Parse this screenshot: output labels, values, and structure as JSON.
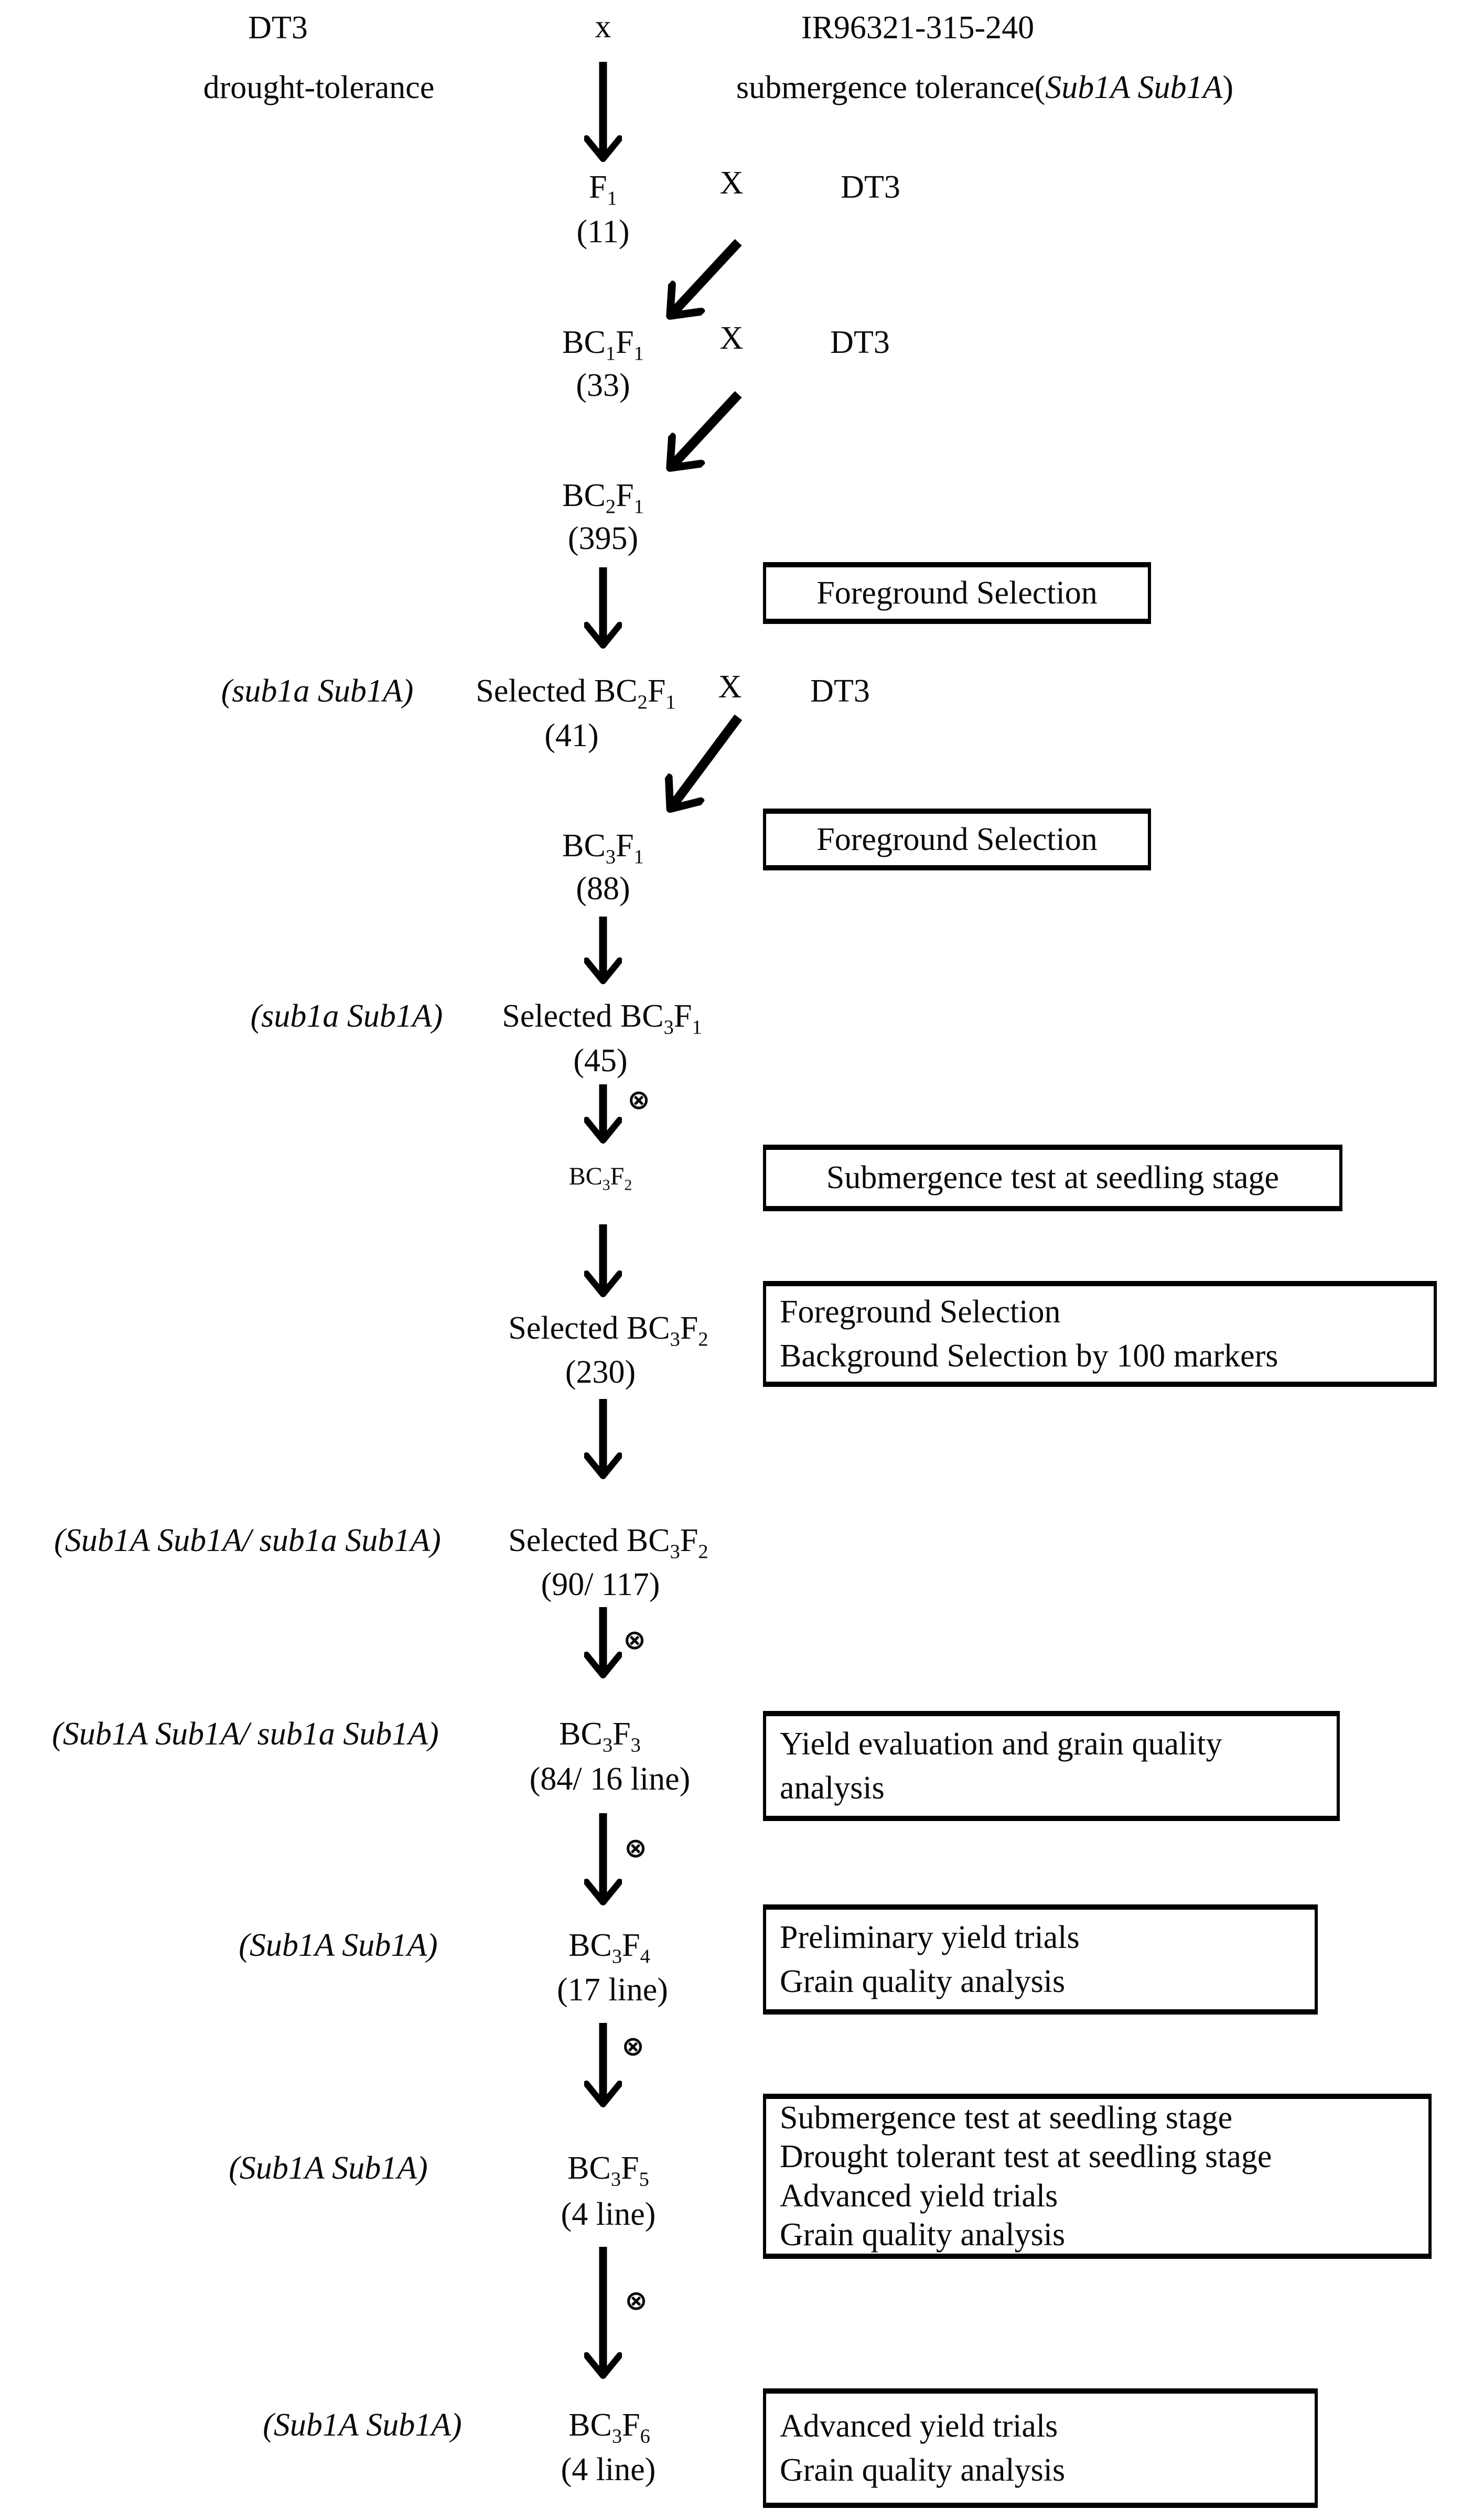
{
  "diagram": {
    "selfing_symbol": "⊗",
    "parents": {
      "left_name": "DT3",
      "left_trait": "drought-tolerance",
      "cross": "x",
      "right_name": "IR96321-315-240",
      "right_trait_prefix": "submergence tolerance(",
      "right_trait_genotype": "Sub1A Sub1A",
      "right_trait_suffix": ")"
    },
    "nodes": [
      {
        "id": "f1",
        "genotype": "",
        "pre": "F",
        "sub1": "1",
        "mid": "",
        "sub2": "",
        "count": "(11)",
        "cross": "X",
        "backcross_parent": "DT3"
      },
      {
        "id": "bc1f1",
        "genotype": "",
        "pre": "BC",
        "sub1": "1",
        "mid": "F",
        "sub2": "1",
        "count": "(33)",
        "cross": "X",
        "backcross_parent": "DT3"
      },
      {
        "id": "bc2f1",
        "genotype": "",
        "pre": "BC",
        "sub1": "2",
        "mid": "F",
        "sub2": "1",
        "count": "(395)",
        "cross": "",
        "backcross_parent": ""
      },
      {
        "id": "sel-bc2f1",
        "genotype": "(sub1a Sub1A)",
        "pre": "Selected BC",
        "sub1": "2",
        "mid": "F",
        "sub2": "1",
        "count": "(41)",
        "cross": "X",
        "backcross_parent": "DT3"
      },
      {
        "id": "bc3f1",
        "genotype": "",
        "pre": "BC",
        "sub1": "3",
        "mid": "F",
        "sub2": "1",
        "count": "(88)",
        "cross": "",
        "backcross_parent": ""
      },
      {
        "id": "sel-bc3f1",
        "genotype": "(sub1a Sub1A)",
        "pre": "Selected BC",
        "sub1": "3",
        "mid": "F",
        "sub2": "1",
        "count": "(45)",
        "cross": "",
        "backcross_parent": ""
      },
      {
        "id": "bc3f2",
        "genotype": "",
        "pre": "BC",
        "sub1": "3",
        "mid": "F",
        "sub2": "2",
        "count": "",
        "cross": "",
        "backcross_parent": ""
      },
      {
        "id": "sel-bc3f2",
        "genotype": "",
        "pre": "Selected BC",
        "sub1": "3",
        "mid": "F",
        "sub2": "2",
        "count": "(230)",
        "cross": "",
        "backcross_parent": ""
      },
      {
        "id": "sel-bc3f2-geno",
        "genotype": "(Sub1A Sub1A/ sub1a Sub1A)",
        "pre": "Selected BC",
        "sub1": "3",
        "mid": "F",
        "sub2": "2",
        "count": "(90/ 117)",
        "cross": "",
        "backcross_parent": ""
      },
      {
        "id": "bc3f3",
        "genotype": "(Sub1A Sub1A/ sub1a Sub1A)",
        "pre": "BC",
        "sub1": "3",
        "mid": "F",
        "sub2": "3",
        "count": "(84/ 16 line)",
        "cross": "",
        "backcross_parent": ""
      },
      {
        "id": "bc3f4",
        "genotype": "(Sub1A Sub1A)",
        "pre": "BC",
        "sub1": "3",
        "mid": "F",
        "sub2": "4",
        "count": "(17 line)",
        "cross": "",
        "backcross_parent": ""
      },
      {
        "id": "bc3f5",
        "genotype": "(Sub1A Sub1A)",
        "pre": "BC",
        "sub1": "3",
        "mid": "F",
        "sub2": "5",
        "count": "(4 line)",
        "cross": "",
        "backcross_parent": ""
      },
      {
        "id": "bc3f6",
        "genotype": "(Sub1A Sub1A)",
        "pre": "BC",
        "sub1": "3",
        "mid": "F",
        "sub2": "6",
        "count": "(4 line)",
        "cross": "",
        "backcross_parent": ""
      }
    ],
    "boxes": [
      {
        "lines": [
          "Foreground Selection"
        ]
      },
      {
        "lines": [
          "Foreground Selection"
        ]
      },
      {
        "lines": [
          "Submergence test at seedling stage"
        ]
      },
      {
        "lines": [
          "Foreground Selection",
          "Background Selection by 100 markers"
        ]
      },
      {
        "lines": [
          "Yield evaluation and grain quality",
          "analysis"
        ]
      },
      {
        "lines": [
          "Preliminary yield trials",
          "Grain quality analysis"
        ]
      },
      {
        "lines": [
          "Submergence test at seedling stage",
          "Drought tolerant test at seedling stage",
          "Advanced yield trials",
          "Grain quality analysis"
        ]
      },
      {
        "lines": [
          "Advanced yield trials",
          "Grain quality analysis"
        ]
      }
    ]
  }
}
